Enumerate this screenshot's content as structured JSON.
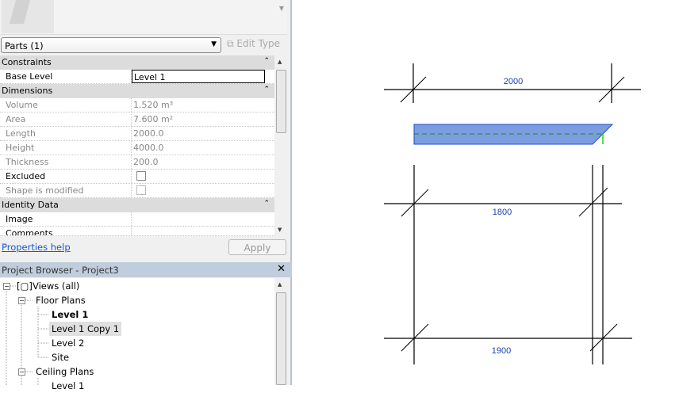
{
  "properties": {
    "type_selector": "Parts (1)",
    "edit_type": "Edit Type",
    "groups": [
      {
        "name": "Constraints",
        "rows": [
          {
            "label": "Base Level",
            "value": "Level 1"
          }
        ]
      },
      {
        "name": "Dimensions",
        "rows": [
          {
            "label": "Volume",
            "value": "1.520 m³"
          },
          {
            "label": "Area",
            "value": "7.600 m²"
          },
          {
            "label": "Length",
            "value": "2000.0"
          },
          {
            "label": "Height",
            "value": "4000.0"
          },
          {
            "label": "Thickness",
            "value": "200.0"
          },
          {
            "label": "Excluded",
            "checked": false
          },
          {
            "label": "Shape is modified",
            "checked": false
          }
        ]
      },
      {
        "name": "Identity Data",
        "rows": [
          {
            "label": "Image",
            "value": ""
          },
          {
            "label": "Comments",
            "value": ""
          }
        ]
      }
    ],
    "help_link": "Properties help",
    "apply": "Apply"
  },
  "browser": {
    "title": "Project Browser - Project3",
    "items": [
      "Views (all)",
      "Floor Plans",
      "Level 1",
      "Level 1 Copy 1",
      "Level 2",
      "Site",
      "Ceiling Plans",
      "Level 1"
    ]
  },
  "drawing": {
    "dim_top": "2000",
    "dim_mid": "1800",
    "dim_bottom": "1900",
    "part_fill": "#7b9de0",
    "part_stroke": "#1e4fc8",
    "dim_color": "#1a3fb0"
  }
}
